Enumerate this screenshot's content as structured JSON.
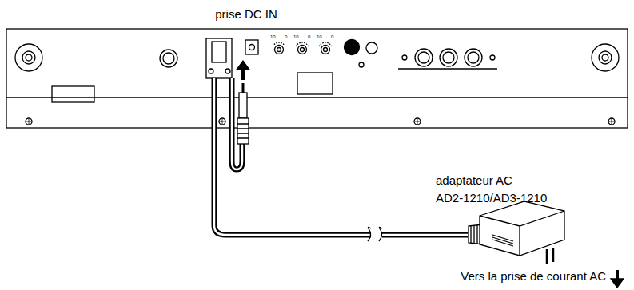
{
  "diagram": {
    "labels": [
      "prise DC IN",
      "adaptateur AC",
      "AD2-1210/AD3-1210",
      "Vers la prise de courant AC",
      "10",
      "0",
      "10",
      "0",
      "10",
      "0"
    ]
  }
}
